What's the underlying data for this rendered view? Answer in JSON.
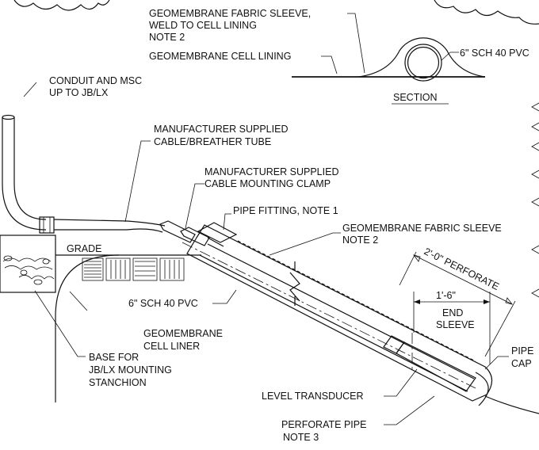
{
  "drawing": {
    "callouts": {
      "sleeve_weld_1": "GEOMEMBRANE FABRIC SLEEVE,",
      "sleeve_weld_2": "WELD TO CELL LINING",
      "sleeve_weld_3": "NOTE 2",
      "cell_lining": "GEOMEMBRANE CELL LINING",
      "pvc_section": "6\" SCH 40 PVC",
      "section_title": "SECTION",
      "conduit_1": "CONDUIT AND MSC",
      "conduit_2": "UP TO JB/LX",
      "cable_tube_1": "MANUFACTURER SUPPLIED",
      "cable_tube_2": "CABLE/BREATHER TUBE",
      "clamp_1": "MANUFACTURER SUPPLIED",
      "clamp_2": "CABLE MOUNTING CLAMP",
      "pipe_fitting": "PIPE FITTING, NOTE 1",
      "fabric_sleeve_1": "GEOMEMBRANE FABRIC SLEEVE",
      "fabric_sleeve_2": "NOTE 2",
      "grade": "GRADE",
      "perforate_dim": "2'-0\" PERFORATE",
      "end_sleeve_dim": "1'-6\"",
      "end_sleeve_1": "END",
      "end_sleeve_2": "SLEEVE",
      "pvc_main": "6\" SCH 40 PVC",
      "cell_liner_1": "GEOMEMBRANE",
      "cell_liner_2": "CELL LINER",
      "base_1": "BASE FOR",
      "base_2": "JB/LX MOUNTING",
      "base_3": "STANCHION",
      "pipe_cap_1": "PIPE",
      "pipe_cap_2": "CAP",
      "level_transducer": "LEVEL TRANSDUCER",
      "perforate_pipe_1": "PERFORATE PIPE",
      "perforate_pipe_2": "NOTE 3"
    }
  }
}
